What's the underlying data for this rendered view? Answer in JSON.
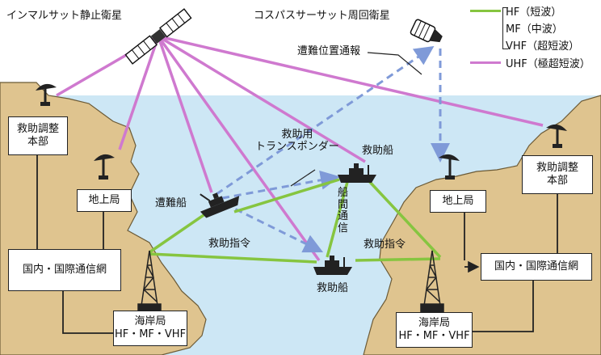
{
  "labels": {
    "inmarsat": "インマルサット静止衛星",
    "cospas": "コスパスサーサット周回衛星",
    "distress_position": "遭難位置通報",
    "rescue_transponder": [
      "救助用",
      "トランスポンダー"
    ],
    "distress_ship": "遭難船",
    "rescue_ship_top": "救助船",
    "rescue_ship_bottom": "救助船",
    "ship_to_ship": [
      "船",
      "間",
      "通",
      "信"
    ],
    "rescue_command_left": "救助指令",
    "rescue_command_right": "救助指令"
  },
  "left_shore": {
    "rcc": [
      "救助調整",
      "本部"
    ],
    "ground_station": "地上局",
    "network": "国内・国際通信網",
    "coast_station": [
      "海岸局",
      "HF・MF・VHF"
    ]
  },
  "right_shore": {
    "rcc": [
      "救助調整",
      "本部"
    ],
    "ground_station": "地上局",
    "network": "国内・国際通信網",
    "coast_station": [
      "海岸局",
      "HF・MF・VHF"
    ]
  },
  "legend": [
    {
      "label": "HF（短波）",
      "color": "#86c540"
    },
    {
      "label": "MF（中波）",
      "color": "#86c540"
    },
    {
      "label": "VHF（超短波）",
      "color": "#86c540"
    },
    {
      "label": "UHF（極超短波）",
      "color": "#cf79cf"
    }
  ],
  "colors": {
    "hf_mf_vhf": "#86c540",
    "uhf": "#cf79cf",
    "satellite_link": "#7f9ad8",
    "sea": "#cde7f5",
    "land": "#dfc48f"
  },
  "icons": [
    "satellite-icon",
    "antenna-dish-icon",
    "radio-tower-icon",
    "ship-icon"
  ]
}
